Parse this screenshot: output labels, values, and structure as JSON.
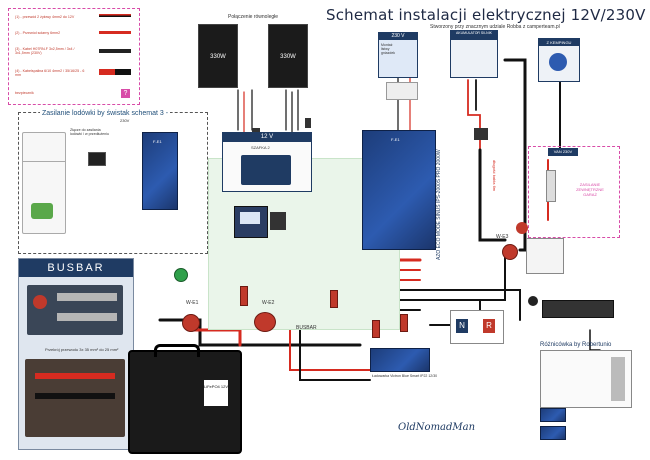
{
  "header": {
    "title": "Schemat instalacji elektrycznej 12V/230V",
    "subtitle": "Stworzony przy znacznym udziale Robba z camperteam.pl"
  },
  "legend": {
    "rows": [
      "(1) - przewód 2 żyłowy 4mm2 do 12V",
      "(2) - Przewód solarny 6mm2",
      "(3) - Kabel H07RN-F 3x2,5mm / 3x4 / 3x1,5mm (230V)",
      "(4) - Kabelspalina 6/10 4mm2 / 35/16/25 - 6 mm",
      "bezpiecznik"
    ]
  },
  "solar": {
    "caption": "Połączenie równoległe",
    "panel_left": "330W",
    "panel_right": "330W"
  },
  "fridge": {
    "title": "Zasilanie lodówki by świstak schemat 3 -",
    "sub": "230V",
    "note": "Złącze do zasilania lodówki / w przedłużeniu",
    "inverter": "F-E1"
  },
  "busbar": {
    "title": "BUSBAR",
    "caption": "Przekrój przewodu 3x 35 mm² do 25 mm²",
    "battery": "LiFePO4 12V"
  },
  "switchboard": {
    "label": "12 V",
    "sub": "SZAFKA 2"
  },
  "labels": {
    "v230": "230 V",
    "hook_sub": "Montaż listwy gniazdek",
    "acc": "AKUMULATOR SILNIK",
    "camping": "Z KEMPINGU",
    "van": "VAN 230V",
    "ext": "ZASILANIE ZEWNĘTRZNE GARAŻ",
    "inverter_vert": "AZO ECO MODE SINUS IPS-2000S PRO 2000W",
    "long_cable": "długość kabla 6m",
    "we1": "W-E1",
    "we2": "W-E2",
    "we3": "W-E3",
    "busbar_lbl": "BUSBAR",
    "fe1": "F-E1",
    "charger": "Ładowarka Victron Blue Smart IP22 12/30",
    "roznicowka": "Różnicówka by Robertunio",
    "logo": "OldNomadMan",
    "n": "N",
    "r": "R"
  },
  "colors": {
    "red_wire": "#d62b20",
    "black_wire": "#111111",
    "pink": "#d84ca8",
    "blue_device": "#2d5bb0"
  }
}
